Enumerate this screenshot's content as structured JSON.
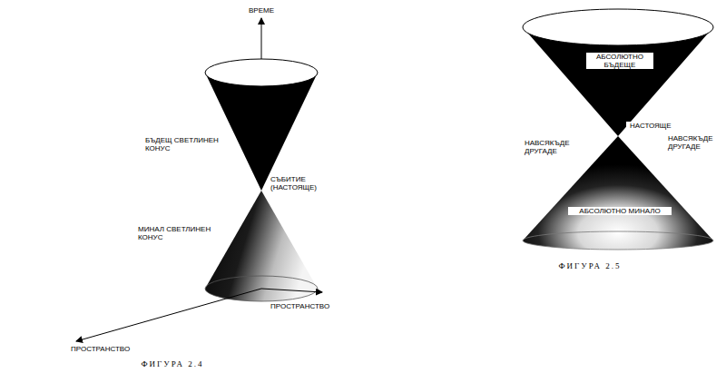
{
  "diagram": {
    "labels": [
      "ВРЕМЕ",
      "БЪДЕЩ СВЕТЛИНЕН КОНУС",
      "СЪБИТИЕ (НАСТОЯЩЕ)",
      "МИНАЛ СВЕТЛИНЕН КОНУС",
      "ПРОСТРАНСТВО",
      "ПРОСТРАНСТВО",
      "ФИГУРА 2.4",
      "АБСОЛЮТНО БЪДЕЩЕ",
      "НАСТОЯЩЕ",
      "НАВСЯКЪДЕ ДРУГАДЕ",
      "НАВСЯКЪДЕ ДРУГАДЕ",
      "АБСОЛЮТНО МИНАЛО",
      "ФИГУРА 2.5"
    ]
  }
}
